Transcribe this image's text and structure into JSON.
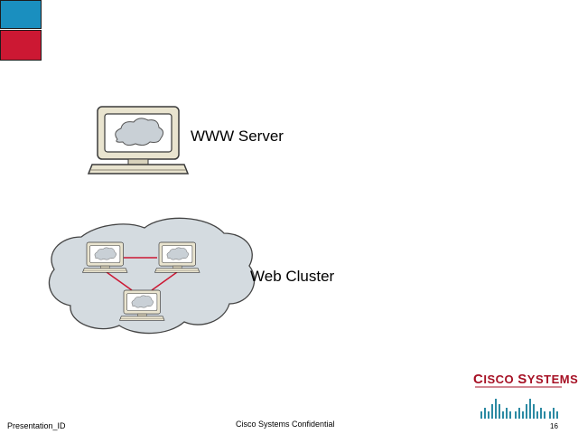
{
  "labels": {
    "www_server": "WWW Server",
    "web_cluster": "Web Cluster"
  },
  "footer": {
    "presentation_id": "Presentation_ID",
    "confidential": "Cisco Systems Confidential",
    "page_number": "16"
  },
  "logo": {
    "company": "Cisco Systems",
    "first_c": "C",
    "isco": "ISCO",
    "first_s": "S",
    "ystems": "YSTEMS"
  },
  "colors": {
    "accent_blue": "#1a8fbf",
    "accent_red": "#cc1833",
    "cloud_fill": "#d4dbe0",
    "link_line": "#cc1833",
    "logo_red": "#a61024",
    "logo_teal": "#2c8aa3"
  },
  "icons": {
    "server": "workstation-icon",
    "cluster_cloud": "cloud-icon",
    "cluster_node": "workstation-icon"
  }
}
